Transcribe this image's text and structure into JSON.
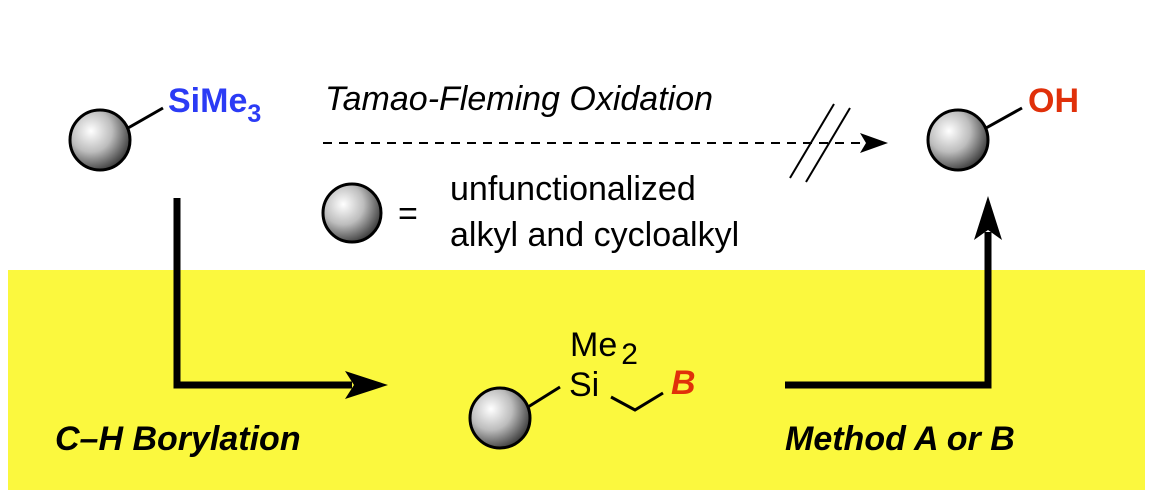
{
  "colors": {
    "highlight": "#FBF83E",
    "silicon_label": "#2B3BF5",
    "oxygen_label": "#E0300A",
    "boron_label": "#E0300A"
  },
  "start": {
    "label": "SiMe",
    "subscript": "3"
  },
  "product": {
    "label": "OH"
  },
  "failed_reaction": {
    "label": "Tamao-Fleming Oxidation"
  },
  "legend": {
    "equals": "=",
    "line1": "unfunctionalized",
    "line2": "alkyl and cycloalkyl"
  },
  "intermediate": {
    "me": "Me",
    "me_subscript": "2",
    "si": "Si",
    "boron": "B"
  },
  "step1": {
    "label": "C–H Borylation"
  },
  "step2": {
    "label": "Method A or B"
  }
}
